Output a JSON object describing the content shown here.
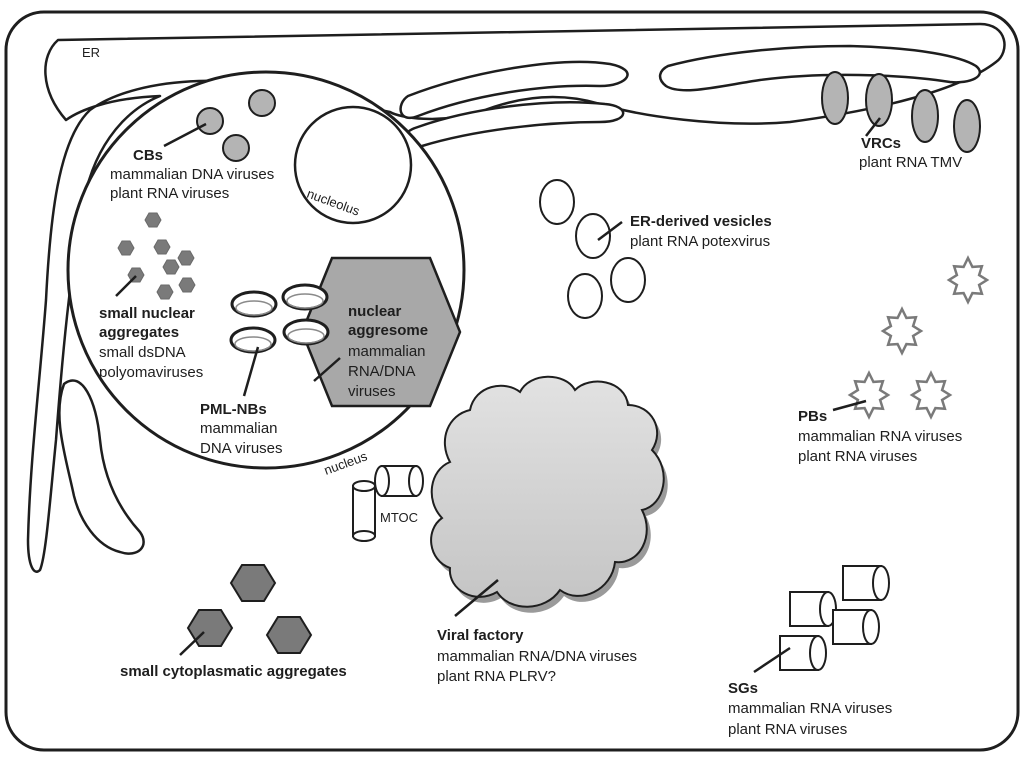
{
  "labels": {
    "er": "ER",
    "nucleus": "nucleus",
    "nucleolus": "nucleolus",
    "mtoc": "MTOC",
    "cbs": {
      "title": "CBs",
      "line1": "mammalian DNA viruses",
      "line2": "plant RNA viruses"
    },
    "small_nuclear": {
      "title1": "small nuclear",
      "title2": "aggregates",
      "line1": "small dsDNA",
      "line2": "polyomaviruses"
    },
    "pml": {
      "title": "PML-NBs",
      "line1": "mammalian",
      "line2": "DNA viruses"
    },
    "aggresome": {
      "title1": "nuclear",
      "title2": "aggresome",
      "line1": "mammalian",
      "line2": "RNA/DNA",
      "line3": "viruses"
    },
    "vrcs": {
      "title": "VRCs",
      "line1": "plant RNA TMV"
    },
    "er_vesicles": {
      "title": "ER-derived vesicles",
      "line1": "plant RNA potexvirus"
    },
    "pbs": {
      "title": "PBs",
      "line1": "mammalian RNA viruses",
      "line2": "plant RNA viruses"
    },
    "viral_factory": {
      "title": "Viral factory",
      "line1": "mammalian RNA/DNA viruses",
      "line2": "plant  RNA PLRV?"
    },
    "cyto_aggregates": {
      "title": "small cytoplasmatic aggregates"
    },
    "sgs": {
      "title": "SGs",
      "line1": "mammalian RNA viruses",
      "line2": "plant RNA viruses"
    }
  },
  "colors": {
    "outline": "#1e1e1e",
    "gray_fill": "#b4b4b4",
    "dark_gray_fill": "#7a7a7a",
    "aggresome_fill": "#a8a8a8",
    "cloud_fill": "#d4d4d4",
    "cloud_shadow": "#9a9a9a",
    "pb_stroke": "#7a7a7a"
  }
}
